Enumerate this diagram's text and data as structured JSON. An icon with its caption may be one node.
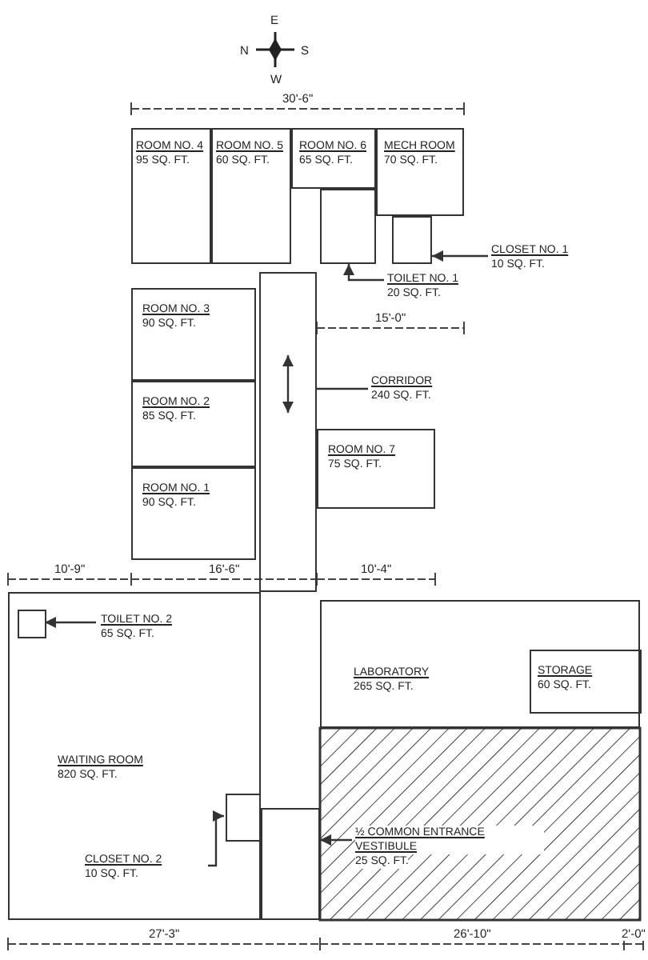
{
  "diagram": {
    "nodes": [
      {
        "text": [
          "ROOM NO. 4",
          "95 SQ. FT."
        ]
      },
      {
        "text": [
          "ROOM NO. 5",
          "60 SQ. FT."
        ]
      },
      {
        "text": [
          "ROOM NO. 6",
          "65 SQ. FT."
        ]
      },
      {
        "text": [
          "MECH ROOM",
          "70 SQ. FT."
        ]
      },
      {
        "text": [],
        "shape": "box"
      },
      {
        "text": [],
        "shape": "box"
      },
      {
        "text": [
          "CLOSET NO. 1",
          "10 SQ. FT."
        ]
      },
      {
        "text": [
          "TOILET NO. 1",
          "20 SQ. FT."
        ]
      },
      {
        "text": [
          "ROOM NO. 3",
          "90 SQ. FT."
        ]
      },
      {
        "text": [],
        "shape": "box"
      },
      {
        "text": [
          "CORRIDOR",
          "240 SQ. FT."
        ]
      },
      {
        "text": [
          "ROOM NO. 2",
          "85 SQ. FT."
        ]
      },
      {
        "text": [
          "ROOM NO. 7",
          "75 SQ. FT."
        ]
      },
      {
        "text": [
          "ROOM NO. 1",
          "90 SQ. FT."
        ]
      },
      {
        "text": [],
        "shape": "box",
        "in": 18
      },
      {
        "text": [
          "TOILET NO. 2",
          "65 SQ. FT."
        ],
        "in": 18
      },
      {
        "text": [
          "LABORATORY",
          "265 SQ. FT."
        ]
      },
      {
        "text": [
          "STORAGE",
          "60 SQ. FT."
        ],
        "in": 16
      },
      {
        "text": [
          "WAITING ROOM",
          "820 SQ. FT."
        ]
      },
      {
        "text": [],
        "shape": "box",
        "in": 18
      },
      {
        "text": [],
        "shape": "box"
      },
      {
        "text": [
          "CLOSET NO. 2",
          "10 SQ. FT."
        ],
        "in": 18
      },
      {
        "text": [
          "½ COMMON ENTRANCE VESTIBULE",
          "25 SQ. FT."
        ]
      }
    ],
    "edges": [
      {
        "from": 6,
        "to": 5,
        "arrow": "to"
      },
      {
        "from": 7,
        "to": 4,
        "arrow": "to"
      },
      {
        "from": 10,
        "to": 9,
        "arrow": "none"
      },
      {
        "from": 15,
        "to": 14,
        "arrow": "to"
      },
      {
        "from": 21,
        "to": 19,
        "arrow": "to"
      },
      {
        "from": 22,
        "to": 20,
        "arrow": "to"
      }
    ],
    "labels": [
      "E",
      "N",
      "S",
      "W",
      "30'-6\"",
      "15'-0\"",
      "10'-9\"",
      "16'-6\"",
      "10'-4\"",
      "27'-3\"",
      "26'-10\"",
      "2'-0\""
    ]
  }
}
